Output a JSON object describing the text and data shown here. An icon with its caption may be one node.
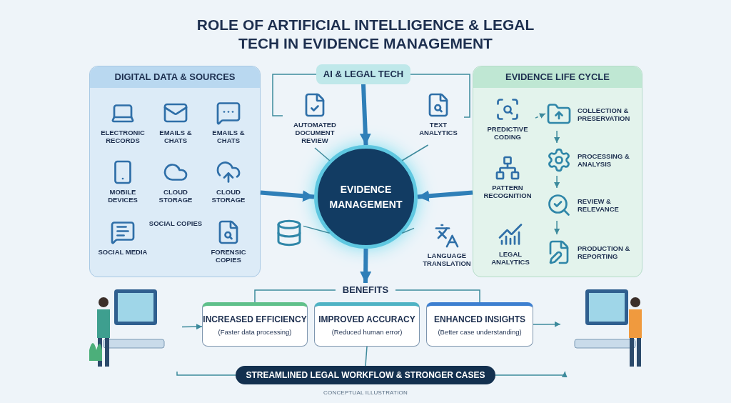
{
  "diagram": {
    "title": "ROLE OF ARTIFICIAL INTELLIGENCE & LEGAL TECH IN EVIDENCE MANAGEMENT",
    "nodes": [
      {
        "text": [
          "DIGITAL DATA & SOURCES"
        ]
      },
      {
        "text": [
          "ELECTRONIC RECORDS"
        ],
        "in": 0
      },
      {
        "text": [
          "EMAILS & CHATS"
        ],
        "in": 0
      },
      {
        "text": [
          "EMAILS & CHATS"
        ],
        "in": 0
      },
      {
        "text": [
          "MOBILE DEVICES"
        ],
        "in": 0
      },
      {
        "text": [
          "CLOUD STORAGE"
        ],
        "in": 0
      },
      {
        "text": [
          "CLOUD STORAGE"
        ],
        "in": 0
      },
      {
        "text": [
          "SOCIAL MEDIA"
        ],
        "in": 0
      },
      {
        "text": [
          "SOCIAL COPIES"
        ],
        "in": 0
      },
      {
        "text": [
          "FORENSIC COPIES"
        ],
        "in": 0
      },
      {
        "text": [
          "AI & LEGAL TECH"
        ]
      },
      {
        "text": [
          "AUTOMATED DOCUMENT REVIEW"
        ]
      },
      {
        "text": [
          "TEXT ANALYTICS"
        ]
      },
      {
        "text": [
          "EVIDENCE MANAGEMENT"
        ]
      },
      {
        "text": [],
        "shape": "cylinder"
      },
      {
        "text": [
          "LANGUAGE TRANSLATION"
        ]
      },
      {
        "text": [
          "EVIDENCE LIFE CYCLE"
        ]
      },
      {
        "text": [
          "PREDICTIVE CODING"
        ],
        "in": 16
      },
      {
        "text": [
          "PATTERN RECOGNITION"
        ],
        "in": 16
      },
      {
        "text": [
          "LEGAL ANALYTICS"
        ],
        "in": 16
      },
      {
        "text": [
          "COLLECTION & PRESERVATION"
        ],
        "in": 16
      },
      {
        "text": [
          "PROCESSING & ANALYSIS"
        ],
        "in": 16
      },
      {
        "text": [
          "REVIEW & RELEVANCE"
        ],
        "in": 16
      },
      {
        "text": [
          "PRODUCTION & REPORTING"
        ],
        "in": 16
      },
      {
        "text": [
          "BENEFITS"
        ]
      },
      {
        "text": [
          "INCREASED EFFICIENCY",
          "(Faster data processing)"
        ]
      },
      {
        "text": [
          "IMPROVED ACCURACY",
          "(Reduced human error)"
        ]
      },
      {
        "text": [
          "ENHANCED INSIGHTS",
          "(Better case understanding)"
        ]
      },
      {
        "text": [
          "STREAMLINED LEGAL WORKFLOW & STRONGER CASES"
        ]
      },
      {
        "text": [],
        "shape": "picture"
      },
      {
        "text": [],
        "shape": "picture"
      }
    ],
    "edges": [
      {
        "from": 10,
        "to": 13,
        "arrow": "to",
        "style": "thick",
        "color": "#2f7fb8"
      },
      {
        "from": 0,
        "to": 13,
        "arrow": "to",
        "style": "thick",
        "color": "#2f7fb8"
      },
      {
        "from": 16,
        "to": 13,
        "arrow": "to",
        "style": "thick",
        "color": "#2f7fb8"
      },
      {
        "from": 13,
        "to": 24,
        "arrow": "to",
        "style": "thick",
        "color": "#2f7fb8"
      },
      {
        "from": 11,
        "to": 13,
        "arrow": "none"
      },
      {
        "from": 12,
        "to": 13,
        "arrow": "none"
      },
      {
        "from": 14,
        "to": 13,
        "arrow": "none"
      },
      {
        "from": 15,
        "to": 13,
        "arrow": "none"
      },
      {
        "from": 10,
        "to": 12,
        "arrow": "none"
      },
      {
        "from": 10,
        "to": 11,
        "arrow": "none"
      },
      {
        "from": 17,
        "to": 20,
        "arrow": "to",
        "style": "dashed"
      },
      {
        "from": 20,
        "to": 21,
        "arrow": "to"
      },
      {
        "from": 21,
        "to": 22,
        "arrow": "to"
      },
      {
        "from": 22,
        "to": 23,
        "arrow": "to"
      },
      {
        "from": 24,
        "to": 25,
        "arrow": "none"
      },
      {
        "from": 24,
        "to": 27,
        "arrow": "none"
      },
      {
        "from": 26,
        "to": 28,
        "arrow": "none"
      },
      {
        "from": 29,
        "to": 25,
        "arrow": "to"
      },
      {
        "from": 27,
        "to": 30,
        "arrow": "to"
      },
      {
        "from": 29,
        "to": 28,
        "arrow": "none"
      },
      {
        "from": 28,
        "to": 30,
        "arrow": "to"
      }
    ],
    "labels": [
      "CONCEPTUAL ILLUSTRATION"
    ]
  }
}
